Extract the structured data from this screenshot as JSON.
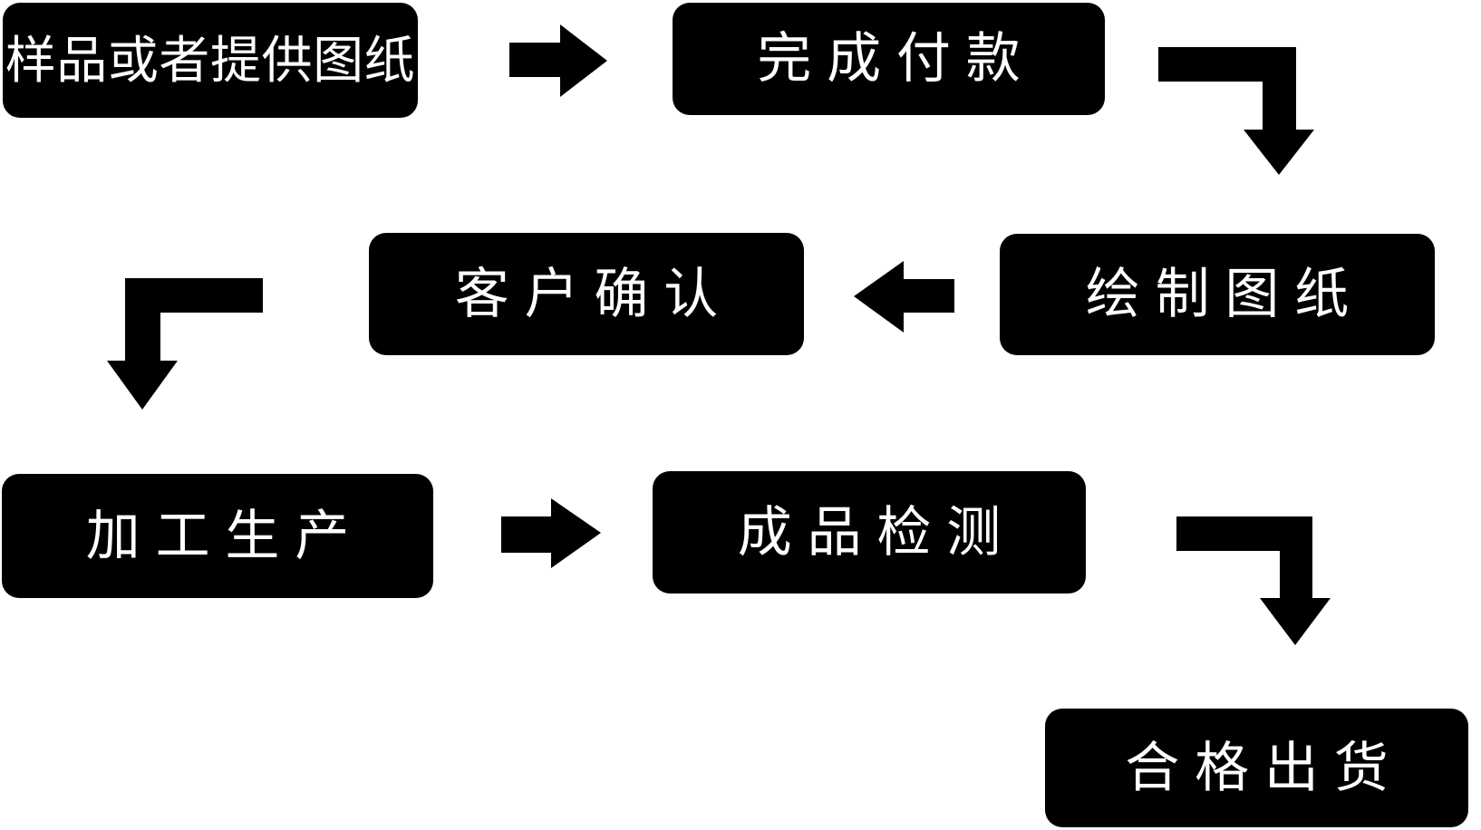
{
  "theme": {
    "page_background": "#ffffff",
    "node_background": "#000000",
    "node_text_color": "#ffffff",
    "arrow_color": "#000000"
  },
  "flowchart": {
    "description": "Production process flowchart, black rounded boxes with white Chinese labels connected by black block arrows",
    "nodes": [
      {
        "id": "sample-or-drawings",
        "label": "样品或者提供图纸"
      },
      {
        "id": "complete-payment",
        "label": "完成付款"
      },
      {
        "id": "customer-confirmation",
        "label": "客户确认"
      },
      {
        "id": "draw-drawings",
        "label": "绘制图纸"
      },
      {
        "id": "processing-production",
        "label": "加工生产"
      },
      {
        "id": "product-inspection",
        "label": "成品检测"
      },
      {
        "id": "qualified-shipment",
        "label": "合格出货"
      }
    ],
    "connections": [
      {
        "from": "sample-or-drawings",
        "to": "complete-payment",
        "shape": "straight-right-arrow"
      },
      {
        "from": "complete-payment",
        "to": "draw-drawings",
        "shape": "elbow-right-then-down-arrow"
      },
      {
        "from": "draw-drawings",
        "to": "customer-confirmation",
        "shape": "straight-left-arrow"
      },
      {
        "from": "customer-confirmation",
        "to": "processing-production",
        "shape": "elbow-left-then-down-arrow"
      },
      {
        "from": "processing-production",
        "to": "product-inspection",
        "shape": "straight-right-arrow"
      },
      {
        "from": "product-inspection",
        "to": "qualified-shipment",
        "shape": "elbow-right-then-down-arrow"
      }
    ]
  }
}
